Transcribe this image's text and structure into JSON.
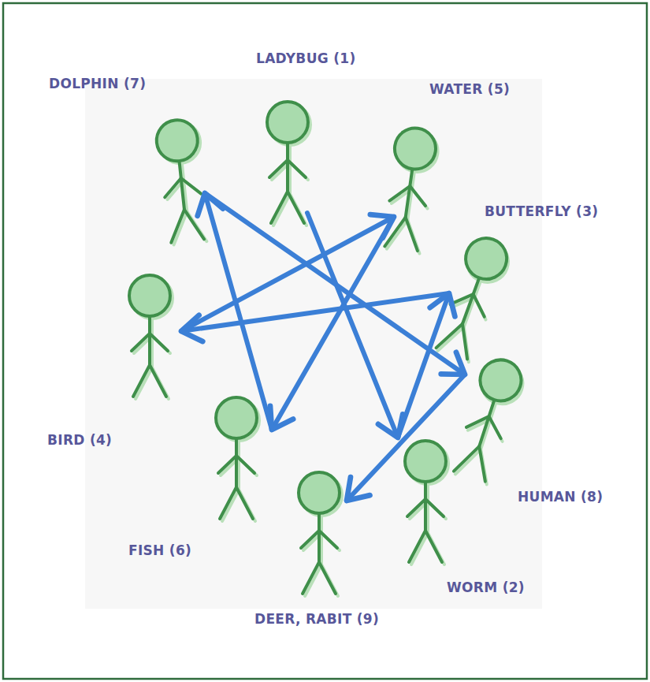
{
  "diagram": {
    "nodes": [
      {
        "text": [
          "LADYBUG (1)"
        ]
      },
      {
        "text": [
          "WORM (2)"
        ]
      },
      {
        "text": [
          "BUTTERFLY (3)"
        ]
      },
      {
        "text": [
          "BIRD (4)"
        ]
      },
      {
        "text": [
          "WATER (5)"
        ]
      },
      {
        "text": [
          "FISH (6)"
        ]
      },
      {
        "text": [
          "DOLPHIN (7)"
        ]
      },
      {
        "text": [
          "HUMAN (8)"
        ]
      },
      {
        "text": [
          "DEER, RABIT (9)"
        ]
      }
    ],
    "edges": [
      {
        "from": 0,
        "to": 1,
        "arrow": "to"
      },
      {
        "from": 1,
        "to": 2,
        "arrow": "to"
      },
      {
        "from": 2,
        "to": 3,
        "arrow": "to"
      },
      {
        "from": 3,
        "to": 4,
        "arrow": "to"
      },
      {
        "from": 4,
        "to": 5,
        "arrow": "to"
      },
      {
        "from": 5,
        "to": 6,
        "arrow": "to"
      },
      {
        "from": 6,
        "to": 7,
        "arrow": "to"
      },
      {
        "from": 7,
        "to": 8,
        "arrow": "to"
      }
    ]
  }
}
